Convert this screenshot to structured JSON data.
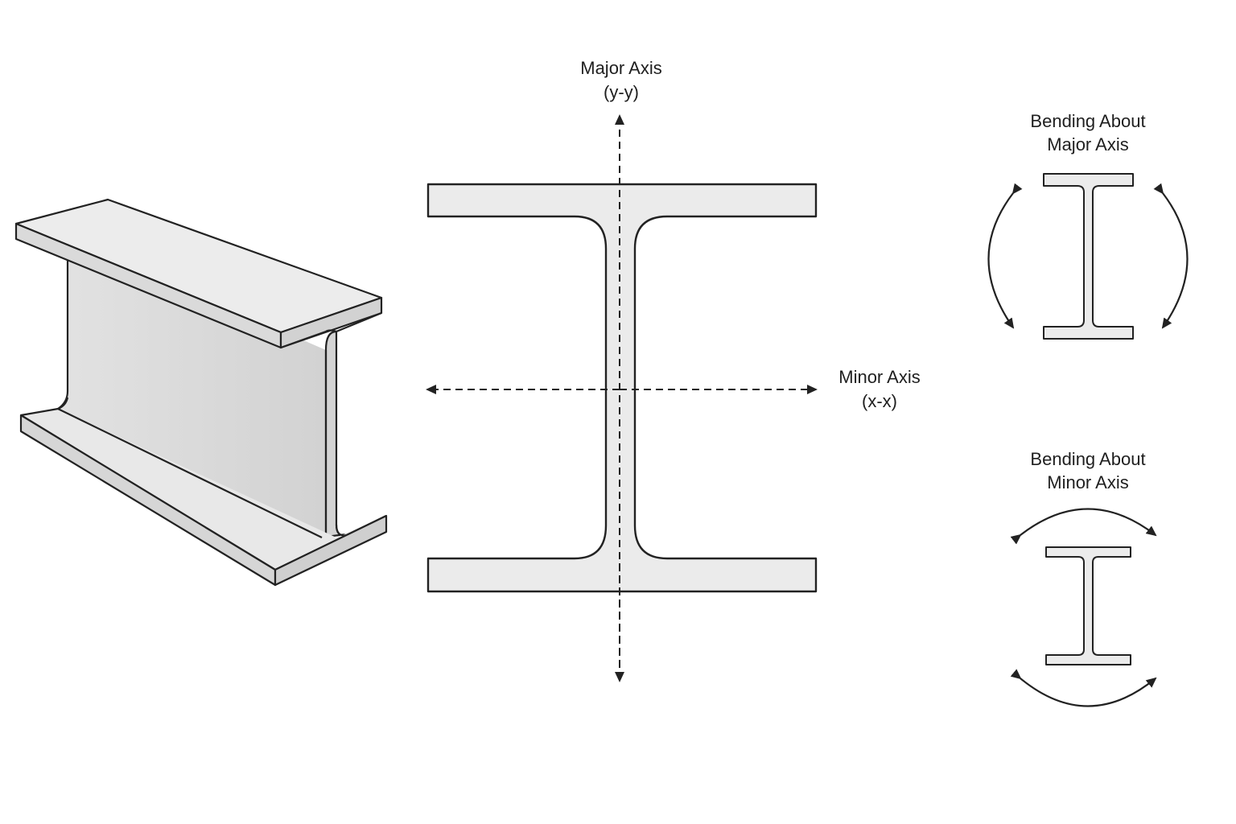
{
  "labels": {
    "major_axis": {
      "line1": "Major Axis",
      "line2": "(y-y)"
    },
    "minor_axis": {
      "line1": "Minor Axis",
      "line2": "(x-x)"
    },
    "bending_major": {
      "line1": "Bending About",
      "line2": "Major Axis"
    },
    "bending_minor": {
      "line1": "Bending About",
      "line2": "Minor Axis"
    }
  },
  "colors": {
    "stroke": "#222222",
    "fill_light": "#ececec",
    "fill_mid": "#dcdcdc",
    "fill_dark": "#c9c9c9"
  }
}
